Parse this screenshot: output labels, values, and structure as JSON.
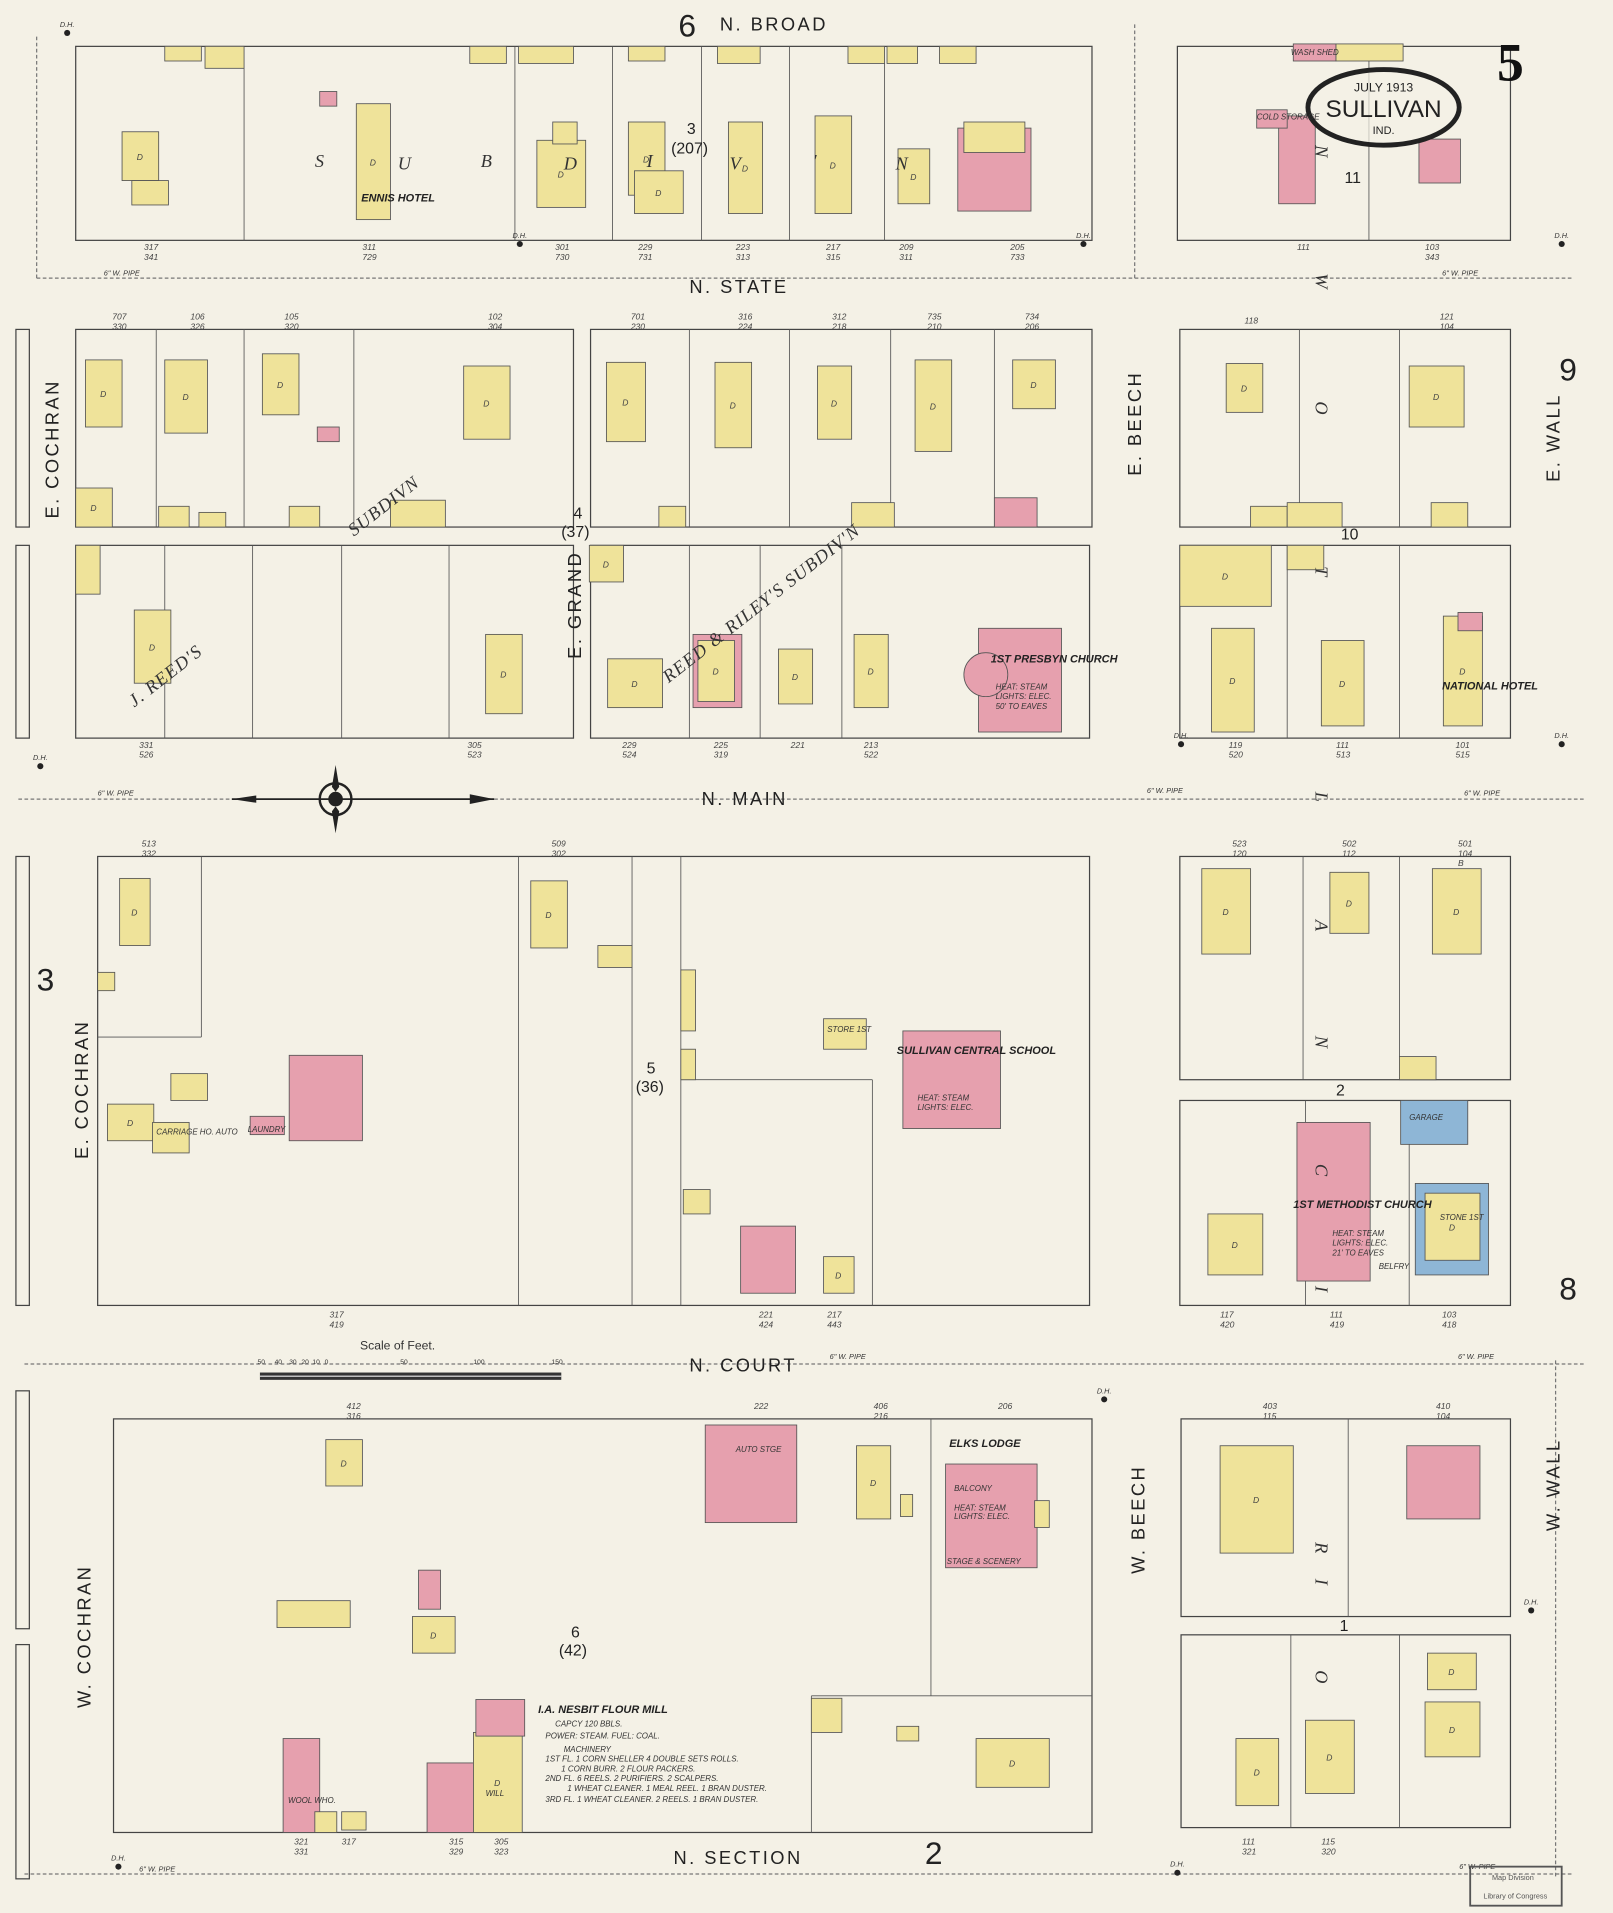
{
  "sheet": {
    "number": "5",
    "date": "JULY 1913",
    "town": "SULLIVAN",
    "state": "IND."
  },
  "adjoining_sheets": {
    "north": "6",
    "east": "9",
    "west": "3",
    "southeast": "8",
    "south": "2"
  },
  "streets": {
    "broad": "N. BROAD",
    "state": "N. STATE",
    "main": "N. MAIN",
    "court": "N. COURT",
    "section": "N. SECTION",
    "e_cochran": "E. COCHRAN",
    "e_grand": "E. GRAND",
    "e_beech": "E. BEECH",
    "e_wall": "E. WALL",
    "w_cochran": "W. COCHRAN",
    "w_beech": "W. BEECH",
    "w_wall": "W. WALL"
  },
  "blocks": {
    "b3": "3",
    "b3p": "(207)",
    "b4": "4",
    "b4p": "(37)",
    "b5": "5",
    "b5p": "(36)",
    "b6": "6",
    "b6p": "(42)",
    "b11": "11",
    "b10": "10",
    "b2": "2",
    "b1": "1"
  },
  "subdivisions": {
    "top": [
      "S",
      "U",
      "B",
      "D",
      "I",
      "V",
      "'",
      "N"
    ],
    "reeds_top": "SUBDIVN",
    "reeds": "J. REED'S",
    "reed_riley": "REED & RILEY'S SUBDIV'N",
    "vertical": [
      "W",
      "N",
      "O",
      "T",
      "L",
      "A",
      "N",
      "C",
      "I",
      "R",
      "I",
      "O"
    ]
  },
  "labels": {
    "ennis_hotel": "ENNIS HOTEL",
    "cold_storage": "COLD STORAGE",
    "wash_shed": "WASH SHED",
    "presbyn_church": "1ST PRESBYN CHURCH",
    "presbyn_notes": [
      "HEAT: STEAM",
      "LIGHTS: ELEC.",
      "50' TO EAVES"
    ],
    "national_hotel": "NATIONAL HOTEL",
    "central_school": "SULLIVAN CENTRAL SCHOOL",
    "school_notes": [
      "HEAT: STEAM",
      "LIGHTS: ELEC."
    ],
    "methodist_church": "1ST METHODIST CHURCH",
    "methodist_notes": [
      "HEAT: STEAM",
      "LIGHTS: ELEC.",
      "21' TO EAVES"
    ],
    "belfry": "BELFRY",
    "garage": "GARAGE",
    "stone": "STONE 1ST",
    "store": "STORE 1ST",
    "laundry": "LAUNDRY",
    "carriage": "CARRIAGE HO. AUTO",
    "elks_lodge": "ELKS LODGE",
    "elks_notes": [
      "BALCONY",
      "HEAT: STEAM",
      "LIGHTS: ELEC.",
      "STAGE & SCENERY"
    ],
    "auto_stge": "AUTO STGE",
    "mill": "WILL",
    "wool_wh": "WOOL WHO.",
    "flour_mill": "I.A. NESBIT FLOUR MILL",
    "mill_notes": [
      "CAPCY 120 BBLS.",
      "POWER: STEAM. FUEL: COAL.",
      "MACHINERY",
      "1ST FL. 1 CORN SHELLER 4 DOUBLE SETS ROLLS.",
      "1 CORN BURR. 2 FLOUR PACKERS.",
      "2ND FL. 6 REELS. 2 PURIFIERS. 2 SCALPERS.",
      "1 WHEAT CLEANER. 1 MEAL REEL. 1 BRAN DUSTER.",
      "3RD FL. 1 WHEAT CLEANER. 2 REELS. 1 BRAN DUSTER."
    ],
    "dwelling": "D",
    "water_pipe": "6\" W. PIPE",
    "hydrant": "D.H."
  },
  "addresses": {
    "row1": [
      "317 341",
      "311 729",
      "301 730",
      "229 731",
      "223 313",
      "217 315",
      "209 311",
      "205 733",
      "111",
      "103 343"
    ],
    "row2": [
      "707 330",
      "106 326",
      "105 320",
      "102 304",
      "701 230",
      "316 224",
      "312 218",
      "735 210",
      "734 206",
      "118",
      "121 104"
    ],
    "row3": [
      "331 526",
      "305 523",
      "229 524",
      "225 319",
      "221",
      "213 522",
      "119 520",
      "111 513",
      "101 515"
    ],
    "row4": [
      "513 332",
      "509 302",
      "523 120",
      "502 112",
      "501 104 B"
    ],
    "row5": [
      "317 419",
      "221 424",
      "217 443",
      "117 420",
      "111 419",
      "103 418"
    ],
    "row6": [
      "412 316",
      "222",
      "406 216",
      "206",
      "403 115",
      "410 104"
    ],
    "row7": [
      "321 331",
      "317",
      "315 329",
      "305 323",
      "111 321",
      "115 320"
    ]
  },
  "scale": {
    "title": "Scale of Feet.",
    "ticks": [
      "50",
      "40",
      "30",
      "20",
      "10",
      "0",
      "50",
      "100",
      "150"
    ]
  },
  "stamp": {
    "line1": "Map Division",
    "line2": "Library of Congress"
  },
  "colors": {
    "paper": "#f4f1e6",
    "frame": "#ffd",
    "dwelling": "#efe39a",
    "brick": "#e6a0ae",
    "stone": "#8eb6d6",
    "line": "#444444"
  }
}
